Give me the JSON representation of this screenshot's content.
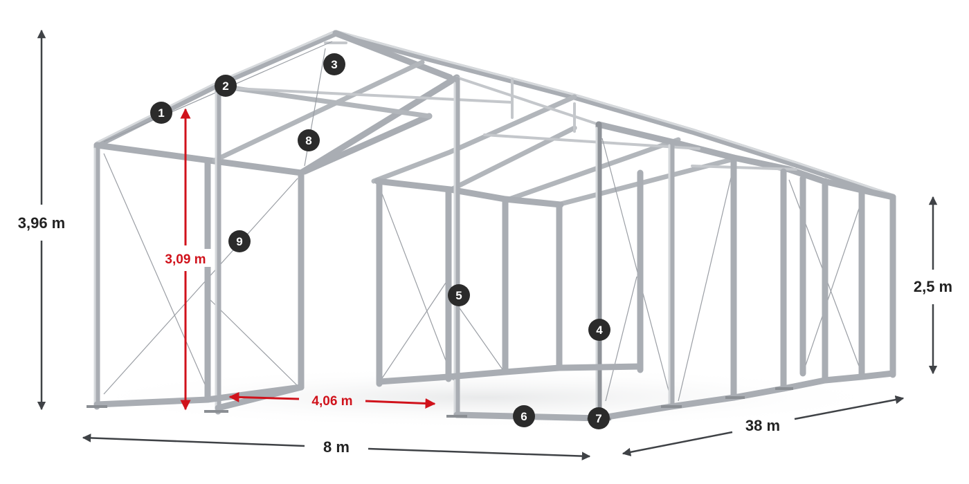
{
  "dimensions": {
    "total_height": "3,96 m",
    "wall_height": "2,5 m",
    "gable_height": "3,09 m",
    "bay_spacing": "4,06 m",
    "width": "8 m",
    "length": "38 m"
  },
  "markers": [
    "1",
    "2",
    "3",
    "4",
    "5",
    "6",
    "7",
    "8",
    "9"
  ],
  "colors": {
    "frame": "#a9adb3",
    "dimension_line": "#3f4246",
    "highlight_dimension": "#d0121b",
    "marker_fill": "#2b2b2b",
    "marker_text": "#ffffff"
  }
}
